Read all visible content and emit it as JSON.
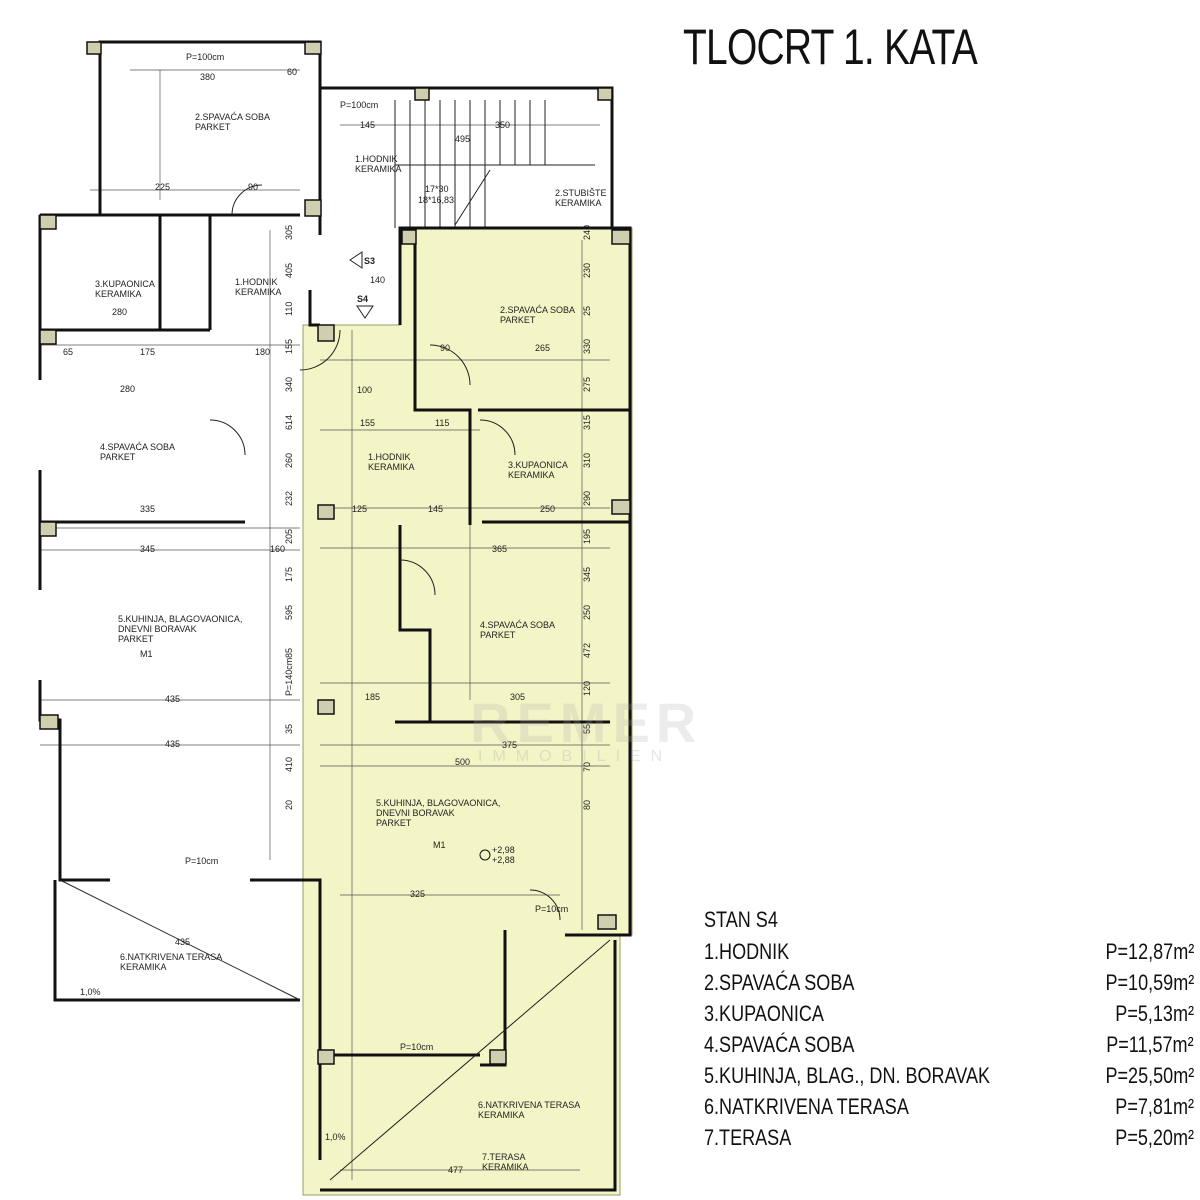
{
  "title": "TLOCRT 1. KATA",
  "legend": {
    "heading": "STAN S4",
    "rows": [
      {
        "name": "1.HODNIK",
        "area": "P=12,87m²"
      },
      {
        "name": "2.SPAVAĆA SOBA",
        "area": "P=10,59m²"
      },
      {
        "name": "3.KUPAONICA",
        "area": "P=5,13m²"
      },
      {
        "name": "4.SPAVAĆA SOBA",
        "area": "P=11,57m²"
      },
      {
        "name": "5.KUHINJA, BLAG., DN. BORAVAK",
        "area": "P=25,50m²"
      },
      {
        "name": "6.NATKRIVENA TERASA",
        "area": "P=7,81m²"
      },
      {
        "name": "7.TERASA",
        "area": "P=5,20m²"
      }
    ]
  },
  "watermark": {
    "brand": "REMER",
    "sub": "IMMOBILIEN"
  },
  "colors": {
    "highlight": "#f4f5c6",
    "walls": "#111111"
  },
  "plan": {
    "left_unit": {
      "r2": [
        "2.SPAVAĆA SOBA",
        "PARKET"
      ],
      "r1a": [
        "1.HODNIK",
        "KERAMIKA"
      ],
      "r1b": [
        "1.HODNIK",
        "KERAMIKA"
      ],
      "r2stair": [
        "2.STUBIŠTE",
        "KERAMIKA"
      ],
      "r3": [
        "3.KUPAONICA",
        "KERAMIKA"
      ],
      "r4": [
        "4.SPAVAĆA SOBA",
        "PARKET"
      ],
      "r5": [
        "5.KUHINJA, BLAGOVAONICA,",
        "DNEVNI BORAVAK",
        "PARKET"
      ],
      "r6": [
        "6.NATKRIVENA TERASA",
        "KERAMIKA"
      ]
    },
    "s4": {
      "r1": [
        "1.HODNIK",
        "KERAMIKA"
      ],
      "r2": [
        "2.SPAVAĆA SOBA",
        "PARKET"
      ],
      "r3": [
        "3.KUPAONICA",
        "KERAMIKA"
      ],
      "r4": [
        "4.SPAVAĆA SOBA",
        "PARKET"
      ],
      "r5": [
        "5.KUHINJA, BLAGOVAONICA,",
        "DNEVNI BORAVAK",
        "PARKET"
      ],
      "r6": [
        "6.NATKRIVENA TERASA",
        "KERAMIKA"
      ],
      "r7": [
        "7.TERASA",
        "KERAMIKA"
      ]
    },
    "markers": {
      "s3": "S3",
      "s4": "S4",
      "m1": "M1",
      "m1b": "M1",
      "elev1": "+2,98",
      "elev2": "+2,88",
      "stairs": "17*30",
      "stairs2": "18*16,83",
      "slope": "1,0%"
    },
    "dims": [
      "380",
      "305",
      "225",
      "90",
      "60",
      "145",
      "495",
      "350",
      "240",
      "405",
      "230",
      "110",
      "280",
      "180",
      "175",
      "65",
      "25",
      "155",
      "330",
      "335",
      "345",
      "340",
      "435",
      "275",
      "614",
      "315",
      "260",
      "310",
      "232",
      "140",
      "100",
      "90",
      "265",
      "290",
      "155",
      "115",
      "205",
      "125",
      "145",
      "250",
      "365",
      "195",
      "175",
      "345",
      "160",
      "185",
      "305",
      "375",
      "500",
      "325",
      "595",
      "250",
      "85",
      "477",
      "472",
      "P=100cm",
      "P=140cm",
      "P=10cm",
      "120",
      "35",
      "55",
      "410",
      "70",
      "20",
      "80"
    ]
  }
}
